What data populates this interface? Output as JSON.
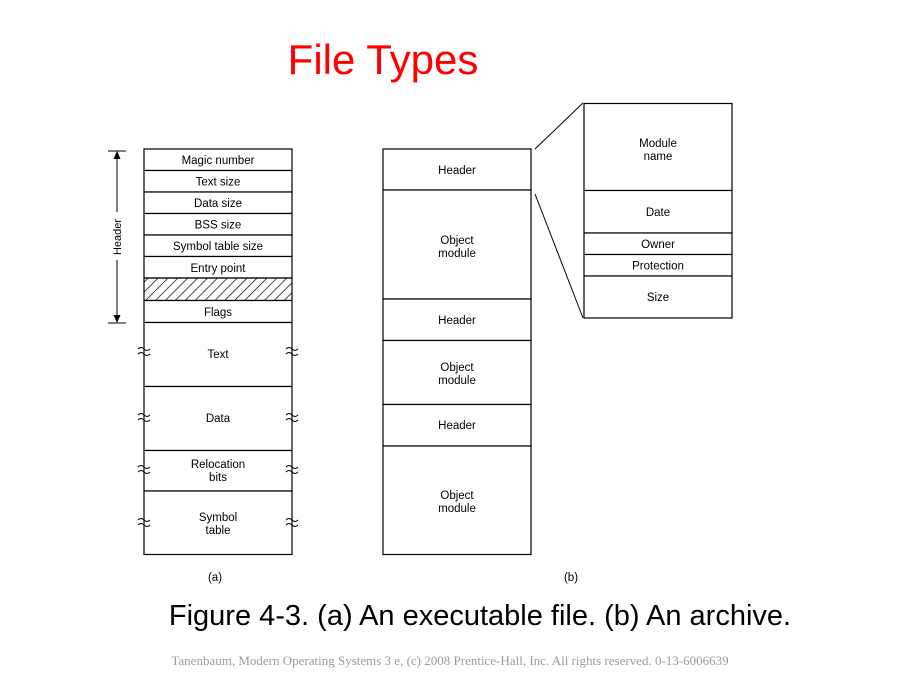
{
  "slide": {
    "title": "File Types",
    "caption": "Figure 4-3. (a) An executable file. (b) An archive.",
    "copyright": "Tanenbaum, Modern Operating Systems 3 e, (c) 2008 Prentice-Hall, Inc. All rights reserved. 0-13-6006639"
  },
  "exec": {
    "header_label": "Header",
    "fields": [
      {
        "text": "Magic number"
      },
      {
        "text": "Text size"
      },
      {
        "text": "Data size"
      },
      {
        "text": "BSS size"
      },
      {
        "text": "Symbol table size"
      },
      {
        "text": "Entry point"
      },
      {
        "text": ""
      },
      {
        "text": "Flags"
      }
    ],
    "sections": [
      {
        "lines": [
          "Text"
        ]
      },
      {
        "lines": [
          "Data"
        ]
      },
      {
        "lines": [
          "Relocation",
          "bits"
        ]
      },
      {
        "lines": [
          "Symbol",
          "table"
        ]
      }
    ],
    "label": "(a)"
  },
  "archive": {
    "blocks": [
      {
        "lines": [
          "Header"
        ]
      },
      {
        "lines": [
          "Object",
          "module"
        ]
      },
      {
        "lines": [
          "Header"
        ]
      },
      {
        "lines": [
          "Object",
          "module"
        ]
      },
      {
        "lines": [
          "Header"
        ]
      },
      {
        "lines": [
          "Object",
          "module"
        ]
      }
    ],
    "detail": [
      {
        "lines": [
          "Module",
          "name"
        ]
      },
      {
        "lines": [
          "Date"
        ]
      },
      {
        "lines": [
          "Owner"
        ]
      },
      {
        "lines": [
          "Protection"
        ]
      },
      {
        "lines": [
          "Size"
        ]
      }
    ],
    "label": "(b)"
  }
}
